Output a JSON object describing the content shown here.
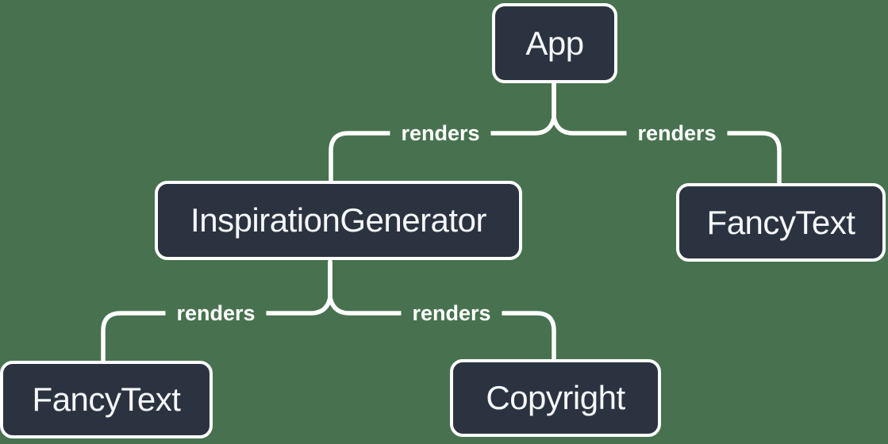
{
  "diagram": {
    "colors": {
      "background": "#48724F",
      "node_fill": "#2C3340",
      "node_border": "#FFFFFF",
      "node_text": "#F5F7FA",
      "connector": "#FFFFFF",
      "edge_label_text": "#FFFFFF"
    },
    "nodes": [
      {
        "id": "app",
        "label": "App"
      },
      {
        "id": "inspiration-generator",
        "label": "InspirationGenerator"
      },
      {
        "id": "fancy-text-top",
        "label": "FancyText"
      },
      {
        "id": "fancy-text-bottom",
        "label": "FancyText"
      },
      {
        "id": "copyright",
        "label": "Copyright"
      }
    ],
    "edges": [
      {
        "from": "App",
        "to": "InspirationGenerator",
        "label": "renders"
      },
      {
        "from": "App",
        "to": "FancyText",
        "label": "renders"
      },
      {
        "from": "InspirationGenerator",
        "to": "FancyText",
        "label": "renders"
      },
      {
        "from": "InspirationGenerator",
        "to": "Copyright",
        "label": "renders"
      }
    ]
  }
}
